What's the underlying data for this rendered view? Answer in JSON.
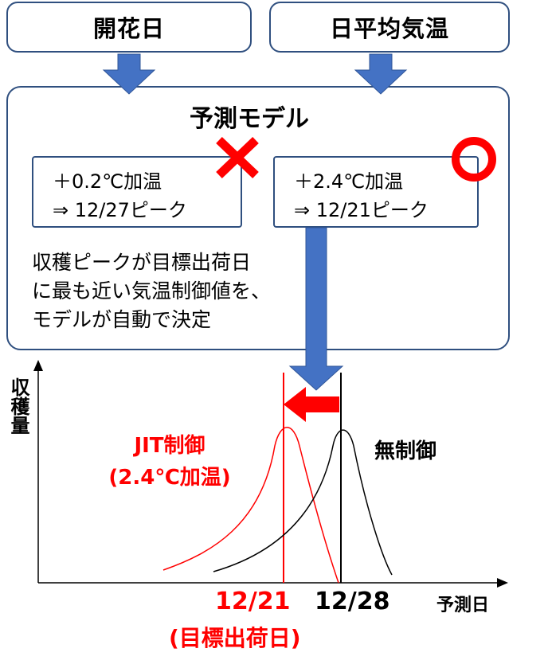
{
  "inputs": {
    "flowering_date": "開花日",
    "daily_mean_temp": "日平均気温"
  },
  "model": {
    "title": "予測モデル",
    "option_a": {
      "line1": "＋0.2℃加温",
      "line2": "⇒ 12/27ピーク",
      "verdict": "reject"
    },
    "option_b": {
      "line1": "＋2.4℃加温",
      "line2": "⇒ 12/21ピーク",
      "verdict": "accept"
    },
    "note_lines": [
      "収穫ピークが目標出荷日",
      "に最も近い気温制御値を、",
      "モデルが自動で決定"
    ]
  },
  "chart_data": {
    "type": "line",
    "ylabel": "収穫量",
    "xlabel": "予測日",
    "series": [
      {
        "name": "JIT制御",
        "sublabel": "(2.4℃加温)",
        "color": "#ff0000",
        "peak_date": "12/21"
      },
      {
        "name": "無制御",
        "color": "#000000",
        "peak_date": "12/28"
      }
    ],
    "markers": [
      {
        "date": "12/21",
        "label": "12/21",
        "sublabel": "(目標出荷日)",
        "color": "#ff0000"
      },
      {
        "date": "12/28",
        "label": "12/28",
        "color": "#000000"
      }
    ],
    "annotation": "shift-arrow-left"
  },
  "colors": {
    "box_border": "#2f4f7f",
    "flow_arrow": "#4472c4",
    "red": "#ff0000"
  }
}
